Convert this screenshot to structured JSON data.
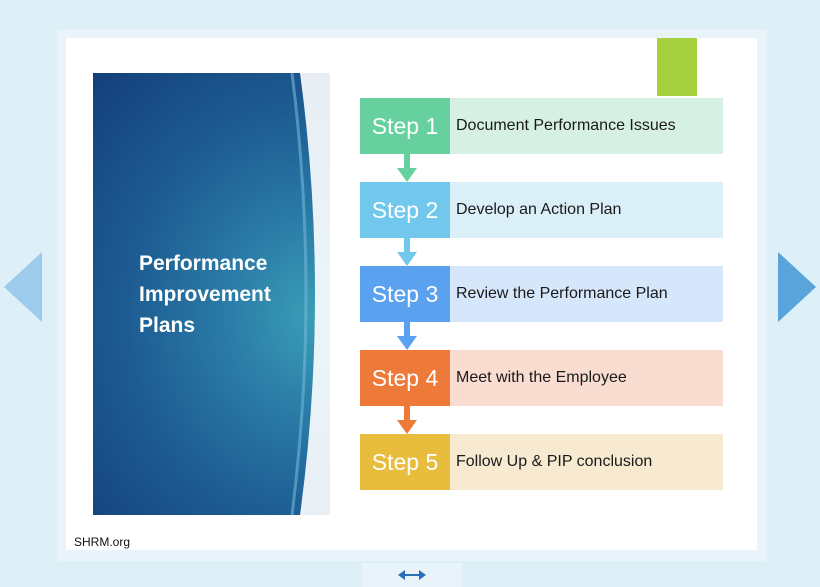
{
  "slide": {
    "title": "Performance\nImprovement\nPlans",
    "source": "SHRM.org",
    "steps": [
      {
        "label": "Step 1",
        "text": "Document Performance Issues",
        "color": "#66d19e",
        "light": "#d6f0e3"
      },
      {
        "label": "Step 2",
        "text": "Develop an Action Plan",
        "color": "#72c8ec",
        "light": "#dbeff9"
      },
      {
        "label": "Step 3",
        "text": "Review the Performance Plan",
        "color": "#5aa2f0",
        "light": "#d6e6fb"
      },
      {
        "label": "Step 4",
        "text": "Meet with the Employee",
        "color": "#ee7a3a",
        "light": "#f9ddd0"
      },
      {
        "label": "Step 5",
        "text": "Follow Up & PIP conclusion",
        "color": "#e8bc3c",
        "light": "#f7ead0"
      }
    ],
    "accent_tab_color": "#a6d13e",
    "title_panel_color": "#1d5c92"
  },
  "nav": {
    "prev_icon": "chevron-left-icon",
    "next_icon": "chevron-right-icon",
    "resize_icon": "horizontal-resize-icon",
    "color": "#6aaee0"
  }
}
